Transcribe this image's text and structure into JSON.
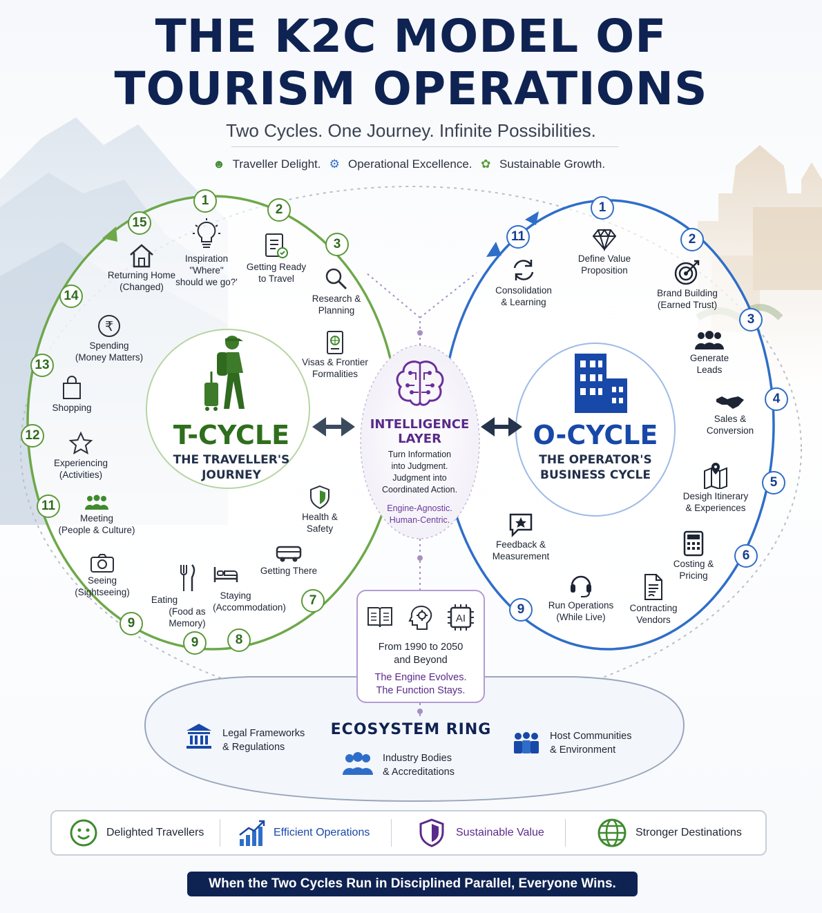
{
  "title_line1": "THE K2C MODEL OF",
  "title_line2": "TOURISM OPERATIONS",
  "subtitle": "Two Cycles. One Journey. Infinite Possibilities.",
  "taglines": [
    "Traveller Delight.",
    "Operational Excellence.",
    "Sustainable Growth."
  ],
  "t_cycle": {
    "title": "T-CYCLE",
    "subtitle_1": "THE TRAVELLER'S",
    "subtitle_2": "JOURNEY",
    "badges": [
      "1",
      "2",
      "3",
      "15",
      "14",
      "13",
      "12",
      "11",
      "9",
      "9",
      "8",
      "7"
    ],
    "items": {
      "inspiration": [
        "Inspiration",
        "\"Where\"",
        "should we go?'"
      ],
      "getting_ready": [
        "Getting Ready",
        "to Travel"
      ],
      "research": [
        "Research &",
        "Planning"
      ],
      "visas": [
        "Visas & Frontier",
        "Formalities"
      ],
      "returning": [
        "Returning Home",
        "(Changed)"
      ],
      "spending": [
        "Spending",
        "(Money Matters)"
      ],
      "shopping": [
        "Shopping"
      ],
      "experiencing": [
        "Experiencing",
        "(Activities)"
      ],
      "meeting": [
        "Meeting",
        "(People & Culture)"
      ],
      "seeing": [
        "Seeing",
        "(Sightseeing)"
      ],
      "eating": [
        "Eating",
        "(Food as Memory)"
      ],
      "staying": [
        "Staying",
        "(Accommodation)"
      ],
      "getting_there": [
        "Getting There"
      ],
      "health": [
        "Health &",
        "Safety"
      ]
    }
  },
  "o_cycle": {
    "title": "O-CYCLE",
    "subtitle_1": "THE OPERATOR'S",
    "subtitle_2": "BUSINESS CYCLE",
    "badges": [
      "1",
      "2",
      "3",
      "4",
      "5",
      "6",
      "9",
      "11"
    ],
    "items": {
      "define_value": [
        "Define Value",
        "Proposition"
      ],
      "brand": [
        "Brand Building",
        "(Earned Trust)"
      ],
      "leads": [
        "Generate",
        "Leads"
      ],
      "sales": [
        "Sales &",
        "Conversion"
      ],
      "itinerary": [
        "Desigh Itinerary",
        "& Experiences"
      ],
      "costing": [
        "Costing &",
        "Pricing"
      ],
      "contracting": [
        "Contracting",
        "Vendors"
      ],
      "run_ops": [
        "Run Operations",
        "(While Live)"
      ],
      "feedback": [
        "Feedback &",
        "Measurement"
      ],
      "consolidation": [
        "Consolidation",
        "& Learning"
      ]
    }
  },
  "intelligence": {
    "title_1": "INTELLIGENCE",
    "title_2": "LAYER",
    "text": [
      "Turn Information",
      "into Judgment.",
      "Judgment into",
      "Coordinated Action."
    ],
    "tag": [
      "Engine-Agnostic.",
      "Human-Centric."
    ]
  },
  "evolution": {
    "ai_label": "AI",
    "text": [
      "From 1990 to 2050",
      "and Beyond"
    ],
    "tag": [
      "The Engine Evolves.",
      "The Function Stays."
    ]
  },
  "ecosystem": {
    "title": "ECOSYSTEM RING",
    "legal": [
      "Legal Frameworks",
      "& Regulations"
    ],
    "industry": [
      "Industry Bodies",
      "& Accreditations"
    ],
    "host": [
      "Host Communities",
      "& Environment"
    ]
  },
  "outcomes": [
    "Delighted Travellers",
    "Efficient Operations",
    "Sustainable Value",
    "Stronger Destinations"
  ],
  "footer": "When the Two Cycles Run in Disciplined Parallel, Everyone Wins.",
  "colors": {
    "green": "#5c9a3a",
    "blue": "#2f6ec8",
    "navy": "#0f2352",
    "purple": "#5a2a8a"
  }
}
